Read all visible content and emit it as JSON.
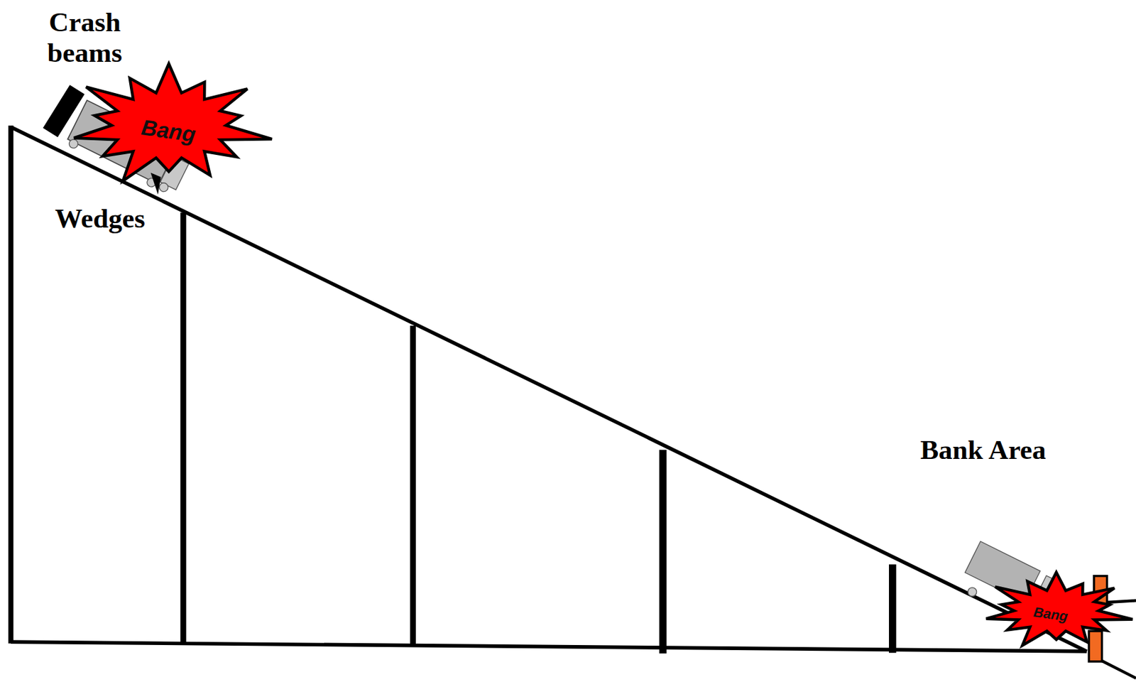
{
  "diagram": {
    "nodes": [
      {
        "text": [
          "Bang"
        ]
      },
      {
        "text": [
          "Bang"
        ]
      }
    ],
    "labels": [
      "Crash beams",
      "Wedges",
      "Bank Area"
    ]
  }
}
